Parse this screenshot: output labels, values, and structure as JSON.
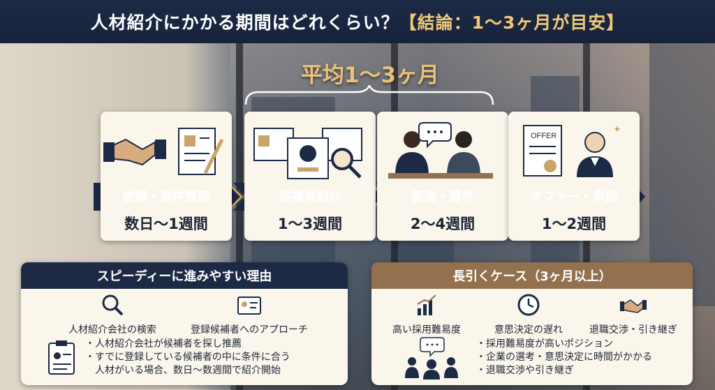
{
  "title": {
    "main": "人材紹介にかかる期間はどれくらい？",
    "conclusion": "【結論：1〜3ヶ月が目安】"
  },
  "average_label": "平均1〜3ヶ月",
  "steps": [
    {
      "label": "依頼・要件整理",
      "duration": "数日〜1週間",
      "icons": [
        "handshake-icon",
        "document-pen-icon"
      ]
    },
    {
      "label": "候補者紹介",
      "duration": "1〜3週間",
      "icons": [
        "profile-cards-icon",
        "magnifier-icon"
      ]
    },
    {
      "label": "面接・選考",
      "duration": "2〜4週間",
      "icons": [
        "interview-people-icon",
        "speech-bubble-icon"
      ]
    },
    {
      "label": "オファー・承諾",
      "duration": "1〜2週間",
      "icons": [
        "offer-letter-icon",
        "person-icon"
      ]
    }
  ],
  "offer_doc_text": "OFFER",
  "speedy": {
    "heading": "スピーディーに進みやすい理由",
    "items": [
      {
        "label": "人材紹介会社の検索",
        "icon": "search-icon"
      },
      {
        "label": "登録候補者へのアプローチ",
        "icon": "id-card-icon"
      }
    ],
    "bullets": [
      "・人材紹介会社が候補者を探し推薦",
      "・すでに登録している候補者の中に条件に合う",
      "　人材がいる場合、数日〜数週間で紹介開始"
    ]
  },
  "long": {
    "heading": "長引くケース（3ヶ月以上）",
    "items": [
      {
        "label": "高い採用難易度",
        "icon": "bar-chart-icon"
      },
      {
        "label": "意思決定の遅れ",
        "icon": "clock-icon"
      },
      {
        "label": "退職交渉・引き継ぎ",
        "icon": "handshake-icon"
      }
    ],
    "bullets": [
      "・採用難易度が高いポジション",
      "・企業の選考・意思決定に時間がかかる",
      "・退職交渉や引き継ぎ"
    ]
  },
  "colors": {
    "navy": "#1c2a45",
    "gold": "#e9c27a",
    "brown": "#93714e",
    "card": "#fbf6ec"
  }
}
